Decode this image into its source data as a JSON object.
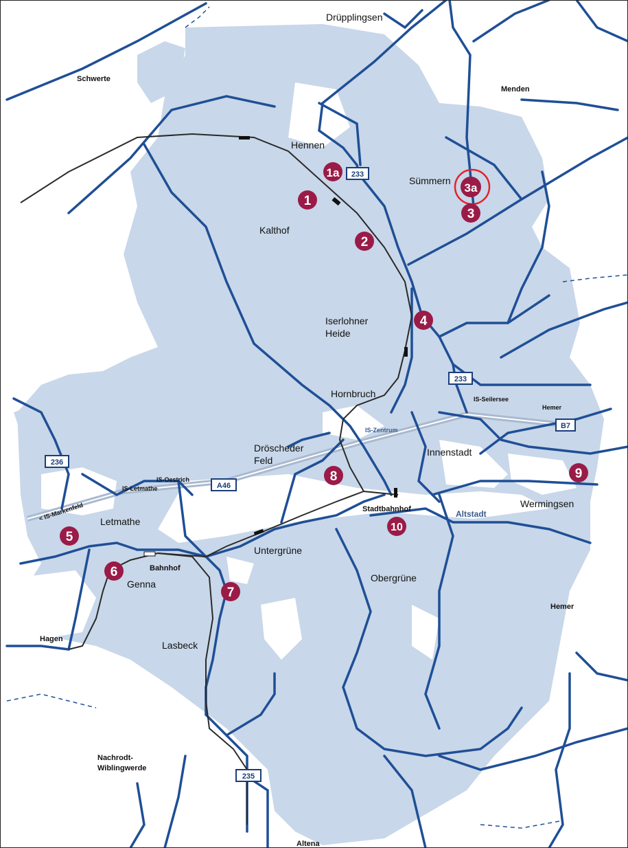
{
  "colors": {
    "land": "#c8d7e9",
    "road": "#1f4f96",
    "rail": "#2a2a2a",
    "motorway": "#a9b9cf",
    "marker": "#9a1b47",
    "highlight": "#e2232a"
  },
  "places": {
    "drupplingsen": "Drüpplingsen",
    "schwerte": "Schwerte",
    "menden": "Menden",
    "hennen": "Hennen",
    "summern": "Sümmern",
    "kalthof": "Kalthof",
    "iserlohner_heide_1": "Iserlohner",
    "iserlohner_heide_2": "Heide",
    "hornbruch": "Hornbruch",
    "droscheder_1": "Dröscheder",
    "droscheder_2": "Feld",
    "innenstadt": "Innenstadt",
    "wermingsen": "Wermingsen",
    "letmathe": "Letmathe",
    "genna": "Genna",
    "untergrune": "Untergrüne",
    "obergrune": "Obergrüne",
    "hemer_east": "Hemer",
    "hagen": "Hagen",
    "lasbeck": "Lasbeck",
    "nachrodt_1": "Nachrodt-",
    "nachrodt_2": "Wiblingwerde",
    "altena": "Altena"
  },
  "stations": {
    "stadtbahnhof": "Stadtbahnhof",
    "bahnhof": "Bahnhof",
    "altstadt": "Altstadt"
  },
  "junctions": {
    "is_seilersee": "IS-Seilersee",
    "hemer_junction": "Hemer",
    "is_zentrum": "IS-Zentrum",
    "is_oestrich": "IS-Oestrich",
    "is_letmathe": "IS-Letmathe",
    "is_markenfeld": "< IS-Markenfeld"
  },
  "shields": {
    "r233_north": "233",
    "r233_south": "233",
    "b7": "B7",
    "r236": "236",
    "a46": "A46",
    "r235": "235"
  },
  "markers": [
    {
      "id": "m1a",
      "label": "1a"
    },
    {
      "id": "m1",
      "label": "1"
    },
    {
      "id": "m2",
      "label": "2"
    },
    {
      "id": "m3a",
      "label": "3a",
      "highlighted": true
    },
    {
      "id": "m3",
      "label": "3"
    },
    {
      "id": "m4",
      "label": "4"
    },
    {
      "id": "m5",
      "label": "5"
    },
    {
      "id": "m6",
      "label": "6"
    },
    {
      "id": "m7",
      "label": "7"
    },
    {
      "id": "m8",
      "label": "8"
    },
    {
      "id": "m9",
      "label": "9"
    },
    {
      "id": "m10",
      "label": "10"
    }
  ]
}
